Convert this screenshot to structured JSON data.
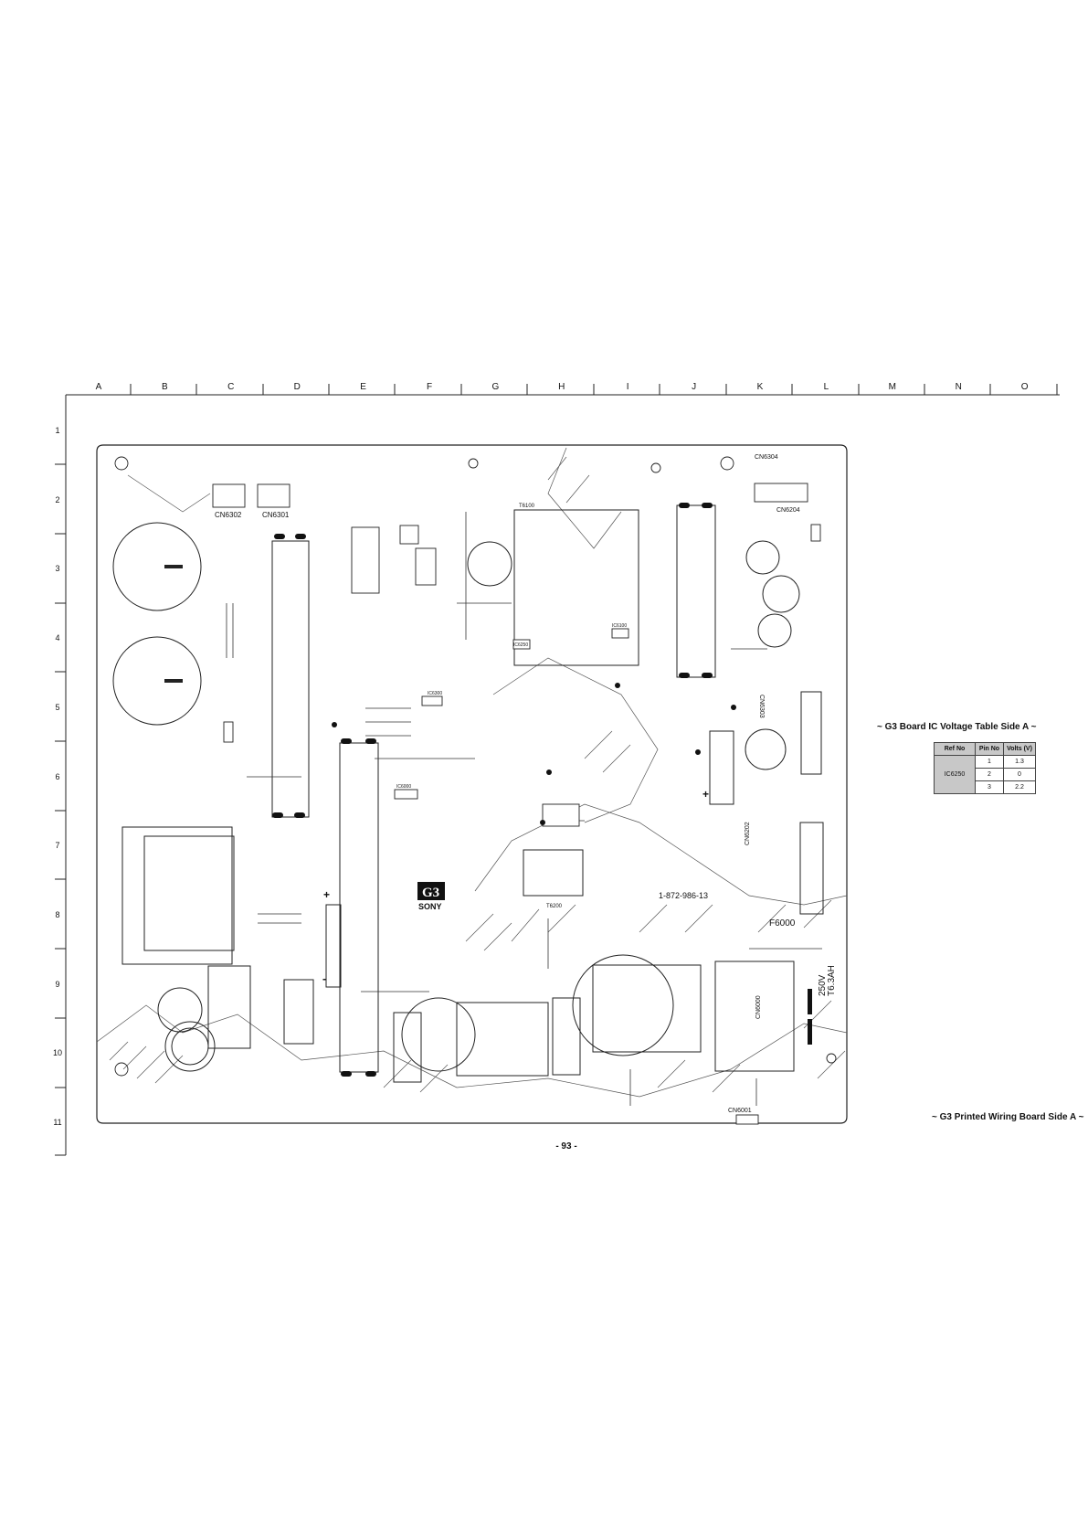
{
  "grid": {
    "columns": [
      "A",
      "B",
      "C",
      "D",
      "E",
      "F",
      "G",
      "H",
      "I",
      "J",
      "K",
      "L",
      "M",
      "N",
      "O"
    ],
    "rows": [
      "1",
      "2",
      "3",
      "4",
      "5",
      "6",
      "7",
      "8",
      "9",
      "10",
      "11"
    ]
  },
  "board": {
    "connectors": {
      "cn6302": "CN6302",
      "cn6301": "CN6301",
      "cn6304": "CN6304",
      "cn6204": "CN6204",
      "cn6303": "CN6303",
      "cn6202": "CN6202",
      "cn6001": "CN6001",
      "cn6000": "CN6000"
    },
    "parts": {
      "t6100": "T6100",
      "t6200": "T6200",
      "ic6250": "IC6250",
      "ic6300": "IC6300",
      "ic6000": "IC6000",
      "ic6100": "IC6100"
    },
    "logo_text": "SONY",
    "logo_badge": "G3",
    "board_number": "1-872-986-13",
    "fuse_ref": "F6000",
    "fuse_rating": "T6.3AH",
    "fuse_voltage": "250V"
  },
  "voltage_table": {
    "title": "~ G3 Board IC Voltage Table Side A ~",
    "headers": [
      "Ref No",
      "Pin No",
      "Volts (V)"
    ],
    "ref": "IC6250",
    "rows": [
      {
        "pin": "1",
        "volts": "1.3"
      },
      {
        "pin": "2",
        "volts": "0"
      },
      {
        "pin": "3",
        "volts": "2.2"
      }
    ]
  },
  "board_caption": "~ G3  Printed Wiring Board Side A ~",
  "page_number": "- 93 -"
}
